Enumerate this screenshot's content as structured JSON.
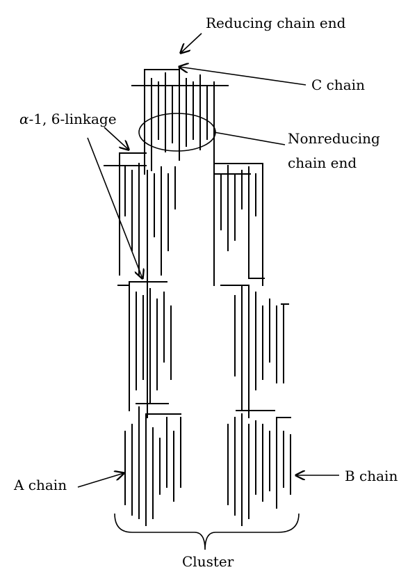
{
  "labels": {
    "reducing_end": "Reducing chain end",
    "c_chain": "C chain",
    "alpha_prefix": "α",
    "alpha_rest": "-1, 6-linkage",
    "nonreducing_line1": "Nonreducing",
    "nonreducing_line2": "chain end",
    "a_chain": "A chain",
    "b_chain": "B chain",
    "cluster": "Cluster"
  },
  "colors": {
    "ink": "#000000",
    "background": "#ffffff"
  }
}
